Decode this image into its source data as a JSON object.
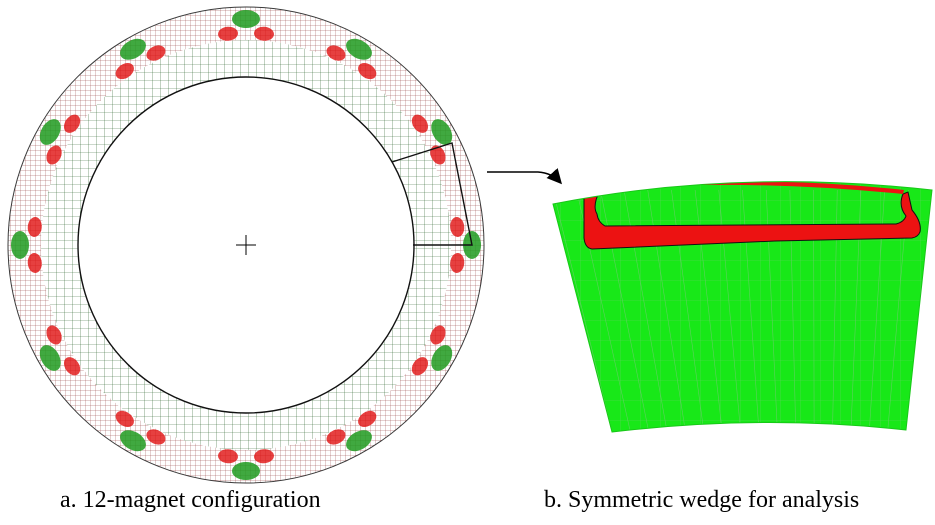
{
  "captions": {
    "left": "a. 12-magnet configuration",
    "right": "b. Symmetric wedge for analysis"
  },
  "ring": {
    "magnet_count": 12,
    "mesh_color": "#0b4a0b",
    "outer_mesh_color": "#8a2a2a",
    "magnet_color": "#e01010",
    "steel_color": "#1f9a1f"
  },
  "wedge": {
    "magnet_color": "#ec1212",
    "steel_color": "#18e818",
    "mesh_line_color": "#5fd05f"
  },
  "colors": {
    "arrow": "#000000",
    "center_mark": "#000000"
  }
}
